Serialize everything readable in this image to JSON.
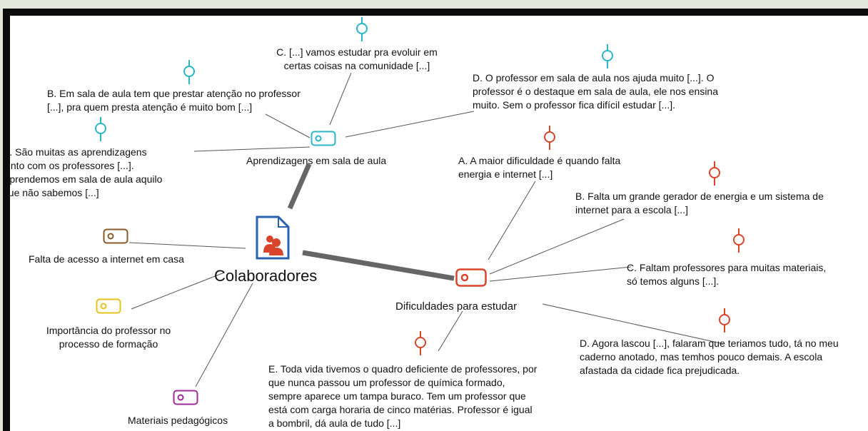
{
  "center": {
    "label": "Colaboradores",
    "icon": "document-people-icon"
  },
  "codes": [
    {
      "id": "aprendizagens",
      "label": "Aprendizagens em sala de aula",
      "color": "#2bb6c8",
      "icon": "tag-icon"
    },
    {
      "id": "dificuldades",
      "label": "Dificuldades para estudar",
      "color": "#d9452b",
      "icon": "tag-icon"
    },
    {
      "id": "internet",
      "label": "Falta de acesso a internet em casa",
      "color": "#8b5a2b",
      "icon": "tag-icon"
    },
    {
      "id": "importancia",
      "label_lines": [
        "Importância do professor no",
        "processo de formação"
      ],
      "color": "#e6c21a",
      "icon": "tag-icon"
    },
    {
      "id": "materiais",
      "label": "Materiais pedagógicos",
      "color": "#9b2c9a",
      "icon": "tag-icon"
    }
  ],
  "quotes": {
    "aprendizagens": {
      "a": [
        "A. São muitas as aprendizagens",
        "junto com os professores [...].",
        "Aprendemos em sala de aula aquilo",
        "que não sabemos [...]"
      ],
      "b": [
        "B. Em sala de aula tem que prestar atenção no professor",
        "[...], pra quem presta atenção é muito bom [...]"
      ],
      "c": [
        "C. [...] vamos estudar pra evoluir em",
        "certas coisas na comunidade [...]"
      ],
      "d": [
        "D. O professor em sala de aula nos ajuda muito [...]. O",
        "professor é o destaque em sala de aula, ele nos ensina",
        "muito. Sem o  professor fica difícil estudar [...]."
      ]
    },
    "dificuldades": {
      "a": [
        "A. A maior dificuldade é quando falta",
        "energia e internet [...]"
      ],
      "b": [
        "B. Falta um grande gerador de energia e um sistema de",
        "internet para a escola [...]"
      ],
      "c": [
        "C. Faltam professores para muitas materiais,",
        "só temos alguns [...]."
      ],
      "d": [
        "D. Agora lascou [...], falaram que teriamos tudo, tá no meu",
        "caderno anotado, mas temhos pouco demais. A escola",
        "afastada da cidade fica prejudicada."
      ],
      "e": [
        "E. Toda vida tivemos o quadro deficiente de professores, por",
        "que nunca passou um professor de química formado,",
        "sempre aparece um tampa buraco. Tem um professor que",
        "está com carga horaria de cinco matérias.  Professor é igual",
        "a bombril, dá aula de tudo [...]"
      ]
    }
  },
  "colors": {
    "quote_pin_teal": "#2bb6c8",
    "quote_pin_red": "#d9452b",
    "document_blue": "#2a62b0",
    "edge_gray": "#666666"
  },
  "pin_icon": "quotation-pin-icon"
}
